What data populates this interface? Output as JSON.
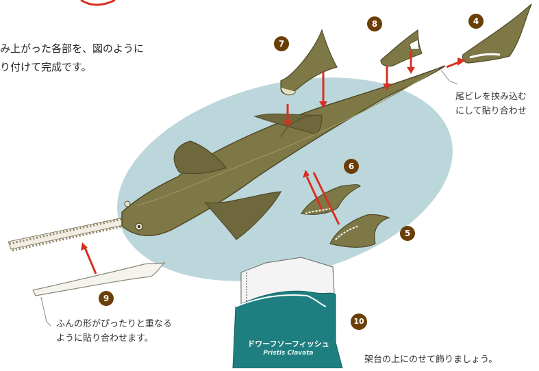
{
  "intro_text": [
    "み上がった各部を、図のように",
    "り付けて完成です。"
  ],
  "notes": {
    "snout": [
      "ふんの形がぴったりと重なる",
      "ように貼り合わせます。"
    ],
    "tail": [
      "尾ビレを挟み込む",
      "にして貼り合わせ"
    ],
    "base": "架台の上にのせて飾りましょう。"
  },
  "part_numbers": {
    "p4": "4",
    "p5": "5",
    "p6": "6",
    "p7": "7",
    "p8": "8",
    "p9": "9",
    "p10": "10"
  },
  "stand_label": {
    "jp": "ドワーフソーフィッシュ",
    "latin": "Pristis Clavata"
  },
  "colors": {
    "body": "#7e7746",
    "body_dark": "#5c5630",
    "background_ellipse": "#bcd7dc",
    "arrow": "#d83020",
    "badge": "#6b3e08",
    "stand": "#1f7f80"
  }
}
